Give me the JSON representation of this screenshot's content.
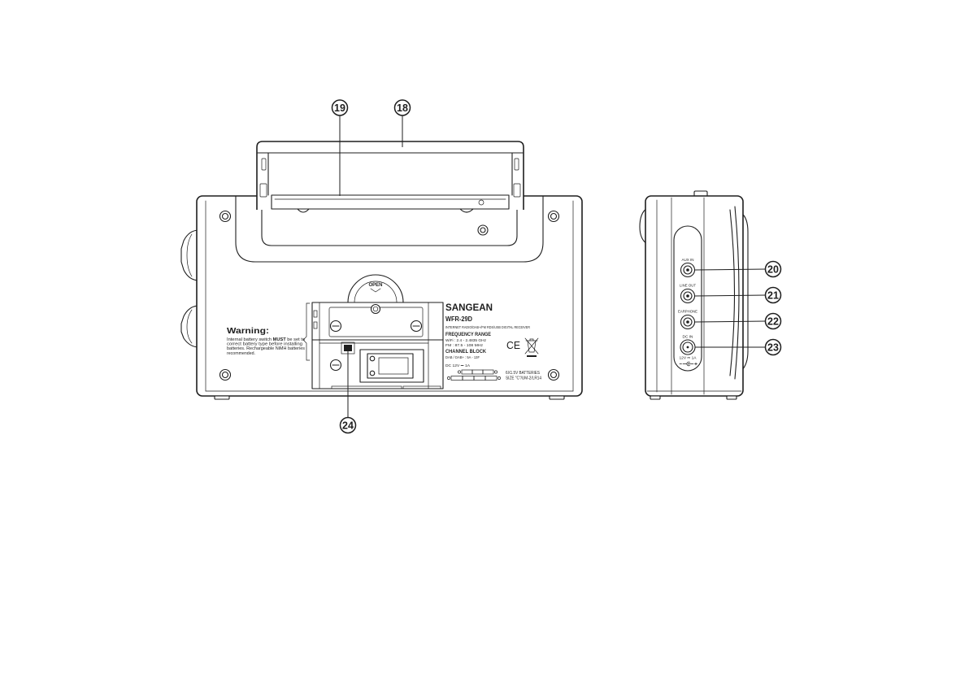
{
  "colors": {
    "line": "#1e1e1e",
    "background": "#ffffff"
  },
  "callouts": {
    "handle": "18",
    "battery_compartment": "19",
    "aux_in_jack": "20",
    "line_out_jack": "21",
    "earphone_jack": "22",
    "dc_in_jack": "23",
    "battery_switch": "24"
  },
  "battery_door": {
    "open_label": "OPEN"
  },
  "rating_label": {
    "brand": "SANGEAN",
    "model": "WFR-29D",
    "description": "INTERNET RADIO/DAB+/FM RDS/USB DIGITAL RECEIVER",
    "freq_heading": "FREQUENCY RANGE",
    "wifi": "WiFi : 2.4 - 2.4835 GHz",
    "fm": "FM : 87.5 - 108 MHz",
    "channel_heading": "CHANNEL BLOCK",
    "dab": "DAB / DAB+ : 5A - 13F",
    "power": "DC 12V ⎓ 1A",
    "ce_mark": "CE"
  },
  "batteries": {
    "count": "6X1.5V BATTERIES",
    "size": "SIZE \"C\"/UM-2/LR14"
  },
  "warning": {
    "title": "Warning:",
    "line1_start": "Internal battery switch ",
    "line1_bold": "MUST",
    "line1_end": " be set to",
    "line2": "correct battery type before installing",
    "line3": "batteries. Rechargeable NiMH batteries",
    "line4": "recommended."
  },
  "side_panel": {
    "aux_in": "AUX IN",
    "line_out": "LINE OUT",
    "earphone": "EARPHONE",
    "dc_in": "DC IN",
    "dc_rating": "12V ⎓ 1A"
  }
}
